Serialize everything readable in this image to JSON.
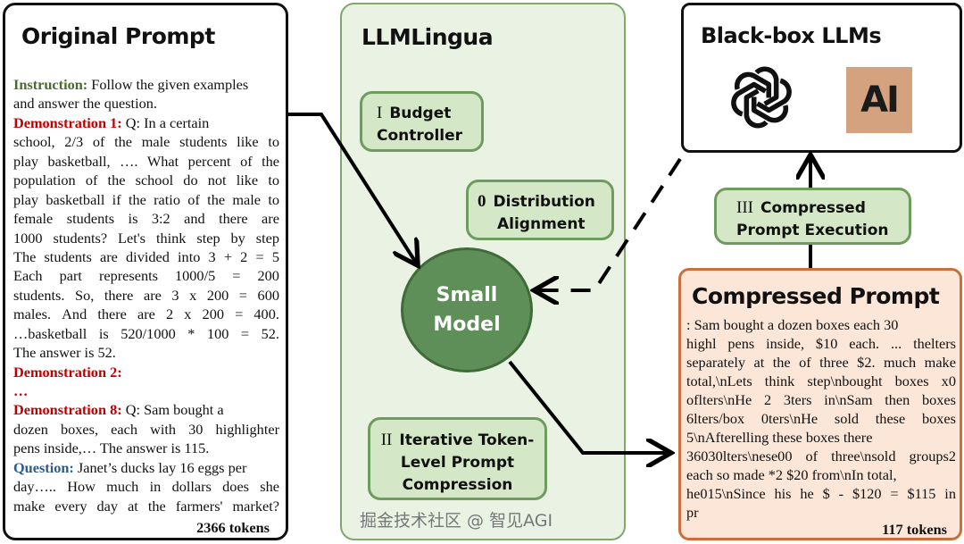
{
  "original_prompt": {
    "title": "Original Prompt",
    "lines": [
      {
        "label": "Instruction:",
        "text": " Follow the given examples"
      },
      {
        "text": "and answer the question."
      },
      {
        "label": "Demonstration 1:",
        "text": " Q: In a certain"
      },
      {
        "text": "school, 2/3 of the male students like to"
      },
      {
        "text": "play basketball, …. What percent of the"
      },
      {
        "text": "population of the school do not like to"
      },
      {
        "text": "play basketball if the ratio of the male to"
      },
      {
        "text": "female students is 3:2 and there are"
      },
      {
        "text": "1000 students? Let's think step by step"
      },
      {
        "text": "The students are divided into 3 + 2 = 5"
      },
      {
        "text": "Each part represents 1000/5 = 200"
      },
      {
        "text": "students. So, there are 3 x 200 = 600"
      },
      {
        "text": "males. And there are 2 x 200 = 400."
      },
      {
        "text": "…basketball is 520/1000 * 100 = 52."
      },
      {
        "text": "The answer is 52."
      },
      {
        "label": "Demonstration 2:"
      },
      {
        "label": "…"
      },
      {
        "label": "Demonstration 8:",
        "text": " Q: Sam bought a"
      },
      {
        "text": "dozen boxes, each with 30 highlighter"
      },
      {
        "text": "pens inside,… The answer is 115."
      },
      {
        "label": "Question:",
        "text": " Janet’s ducks lay 16 eggs per"
      },
      {
        "text": "day….. How much in dollars does she"
      },
      {
        "text": "make every day at the farmers' market?"
      }
    ],
    "token_count": "2366 tokens"
  },
  "llmlingua": {
    "title": "LLMLingua",
    "budget_controller": {
      "numeral": "I",
      "line1": "Budget",
      "line2": "Controller"
    },
    "distribution_alignment": {
      "numeral": "0",
      "line1": "Distribution",
      "line2": "Alignment"
    },
    "small_model": {
      "line1": "Small",
      "line2": "Model"
    },
    "iterative_compression": {
      "numeral": "II",
      "line1": "Iterative Token-",
      "line2": "Level Prompt",
      "line3": "Compression"
    }
  },
  "black_box": {
    "title": "Black-box LLMs",
    "logos": [
      "openai-logo",
      "anthropic-logo"
    ],
    "logo_texts": {
      "anthropic": "AI"
    },
    "anthropic_color": "#d4a27f"
  },
  "execution": {
    "numeral": "III",
    "line1": "Compressed",
    "line2": "Prompt Execution"
  },
  "compressed_prompt": {
    "title": "Compressed Prompt",
    "lines": [
      ": Sam bought a dozen boxes each 30",
      "highl pens inside, $10 each. ... thelters",
      "separately at the of three $2. much make",
      "total,\\nLets think step\\nbought boxes x0",
      "oflters\\nHe 2 3ters in\\nSam then boxes",
      "6lters/box 0ters\\nHe sold these boxes",
      "5\\nAfterelling these boxes there",
      "36030lters\\nese00 of three\\nsold groups2",
      "each so made *2 $20 from\\nIn total,",
      "he015\\nSince his he $ - $120 = $115 in",
      "pr"
    ],
    "token_count": "117 tokens"
  },
  "watermark": "掘金技术社区 @ 智见AGI",
  "colors": {
    "panel_green": "#e9f2e3",
    "box_green": "#d4e7c6",
    "model_green": "#5f8f58",
    "compressed_fill": "#fbe6d8",
    "compressed_border": "#c8703a",
    "instruction": "#4a6b2e",
    "demonstration": "#c00000",
    "question": "#2e5b8a"
  }
}
